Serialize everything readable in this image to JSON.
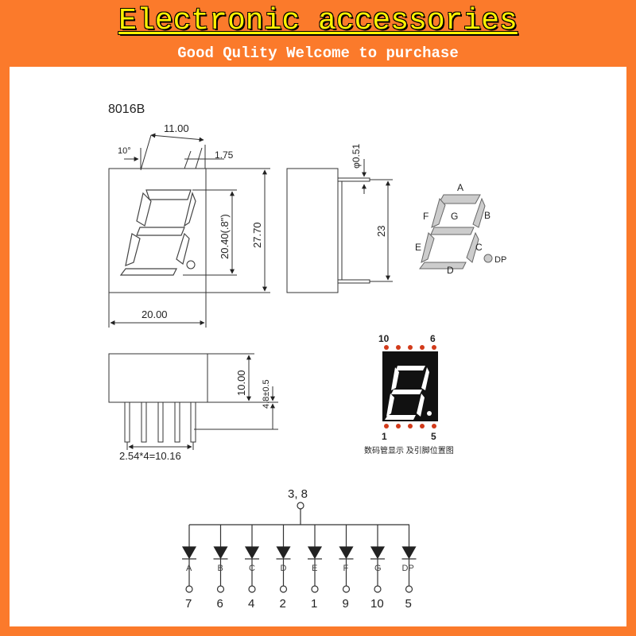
{
  "banner": {
    "title": "Electronic accessories",
    "subtitle": "Good Qulity Welcome to purchase"
  },
  "drawing": {
    "model": "8016B",
    "front_view": {
      "dim_top": "11.00",
      "dim_angle": "10°",
      "dim_seg": "1.75",
      "dim_digit_height": "20.40(.8\")",
      "dim_height": "27.70",
      "dim_width": "20.00"
    },
    "side_view": {
      "dim_pin_diameter": "φ0.51",
      "dim_pin_length": "23"
    },
    "bottom_view": {
      "dim_body_height": "10.00",
      "dim_pin_height": "4.8±0.5",
      "dim_pitch": "2.54*4=10.16"
    },
    "segment_legend": {
      "labels": [
        "A",
        "B",
        "C",
        "D",
        "E",
        "F",
        "G",
        "DP"
      ]
    },
    "pinout": {
      "top_left": "10",
      "top_right": "6",
      "bottom_left": "1",
      "bottom_right": "5",
      "caption": "数码管显示 及引脚位置图"
    },
    "circuit": {
      "common": "3, 8",
      "segments": [
        "A",
        "B",
        "C",
        "D",
        "E",
        "F",
        "G",
        "DP"
      ],
      "pins": [
        "7",
        "6",
        "4",
        "2",
        "1",
        "9",
        "10",
        "5"
      ]
    }
  },
  "colors": {
    "border": "#fb7a2b",
    "title_text": "#fff200",
    "segment_fill": "#cccccc",
    "pin_dot": "#d23a1a",
    "display_bg": "#111111"
  }
}
